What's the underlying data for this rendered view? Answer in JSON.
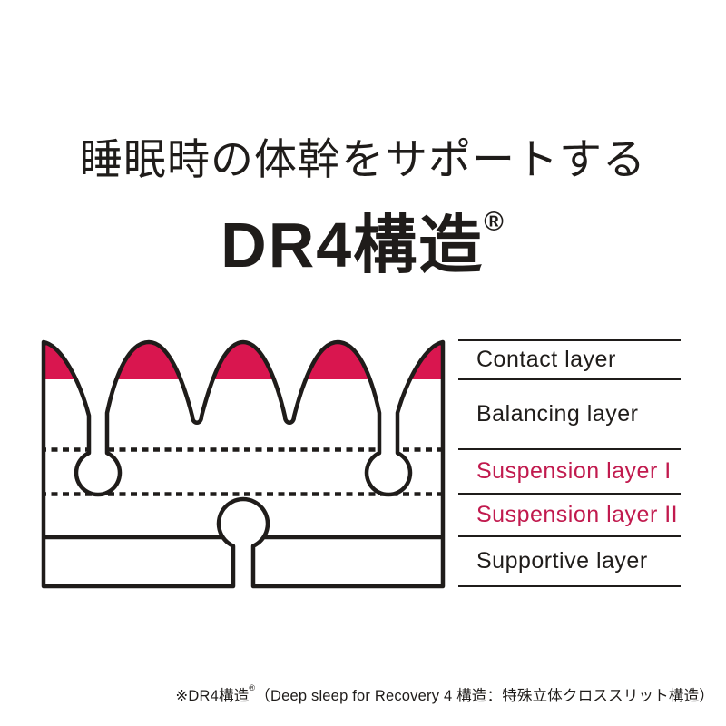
{
  "title": {
    "headline": "睡眠時の体幹をサポートする",
    "product_name": "DR4構造",
    "registered_mark": "®"
  },
  "diagram": {
    "layers": [
      {
        "label": "Contact layer",
        "emphasis": false
      },
      {
        "label": "Balancing layer",
        "emphasis": false
      },
      {
        "label": "Suspension layer I",
        "emphasis": true
      },
      {
        "label": "Suspension layer II",
        "emphasis": true
      },
      {
        "label": "Supportive layer",
        "emphasis": false
      }
    ],
    "colors": {
      "accent_red_fill": "#d9164f",
      "accent_red_text": "#c11a4e",
      "ink": "#1f1c1a"
    }
  },
  "footnote": {
    "prefix": "※DR4構造",
    "registered_mark": "®",
    "body": "（Deep sleep for Recovery 4 構造：特殊立体クロススリット構造）"
  }
}
